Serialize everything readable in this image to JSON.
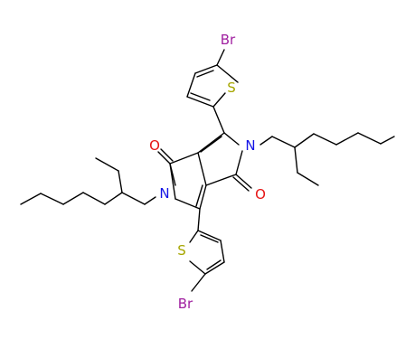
{
  "molecule": {
    "atoms": {
      "br_top": "Br",
      "s_top": "S",
      "n_right": "N",
      "o_left": "O",
      "o_right": "O",
      "n_left": "N",
      "s_bottom": "S",
      "br_bottom": "Br"
    },
    "colors": {
      "bond": "#000000",
      "Br": "#a020a0",
      "S": "#a6a600",
      "N": "#1414e6",
      "O": "#e61414"
    }
  }
}
